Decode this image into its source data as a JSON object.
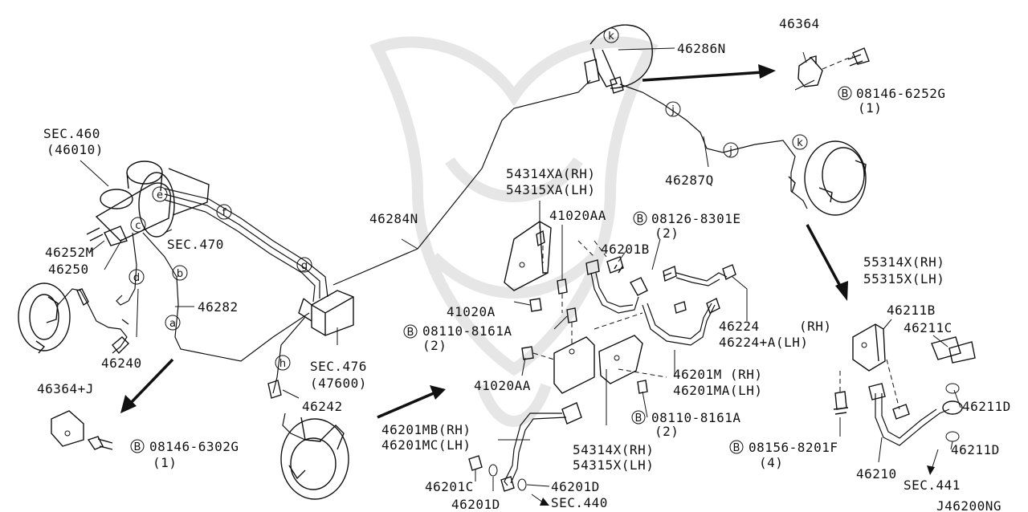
{
  "diagram": {
    "code": "J46200NG",
    "labels": {
      "sec460": "SEC.460",
      "sec460b": "(46010)",
      "p46252M": "46252M",
      "p46250": "46250",
      "sec470": "SEC.470",
      "p46282": "46282",
      "p46240": "46240",
      "p46364J": "46364+J",
      "b08146_6302G": "08146-6302G",
      "q1a": "(1)",
      "p46284N": "46284N",
      "sec476": "SEC.476",
      "sec476b": "(47600)",
      "p46242": "46242",
      "p46286N": "46286N",
      "p46364": "46364",
      "b08146_6252G": "08146-6252G",
      "q1b": "(1)",
      "p46287Q": "46287Q",
      "p54314XA": "54314XA(RH)",
      "p54315XA": "54315XA(LH)",
      "p41020AA_a": "41020AA",
      "b08126_8301E": "08126-8301E",
      "q2a": "(2)",
      "p46201B": "46201B",
      "p41020A": "41020A",
      "b08110_8161A_a": "08110-8161A",
      "q2b": "(2)",
      "p46224": "46224",
      "rh1": "(RH)",
      "p46224A": "46224+A(LH)",
      "p41020AA_b": "41020AA",
      "p46201M": "46201M  (RH)",
      "p46201MA": "46201MA(LH)",
      "b08110_8161A_b": "08110-8161A",
      "q2c": "(2)",
      "p46201MB": "46201MB(RH)",
      "p46201MC": "46201MC(LH)",
      "p54314X": "54314X(RH)",
      "p54315X": "54315X(LH)",
      "p46201C": "46201C",
      "p46201D_a": "46201D",
      "p46201D_b": "46201D",
      "sec440": "SEC.440",
      "p55314X": "55314X(RH)",
      "p55315X": "55315X(LH)",
      "p46211B": "46211B",
      "p46211C": "46211C",
      "p46211D_a": "46211D",
      "p46211D_b": "46211D",
      "b08156_8201F": "08156-8201F",
      "q4": "(4)",
      "p46210": "46210",
      "sec441": "SEC.441"
    },
    "bolt_marker": "B",
    "bubbles": {
      "e": "e",
      "f": "f",
      "g": "g",
      "c": "c",
      "d": "d",
      "b": "b",
      "a": "a",
      "h": "h",
      "k1": "k",
      "j1": "j",
      "j2": "j",
      "k2": "k"
    }
  }
}
